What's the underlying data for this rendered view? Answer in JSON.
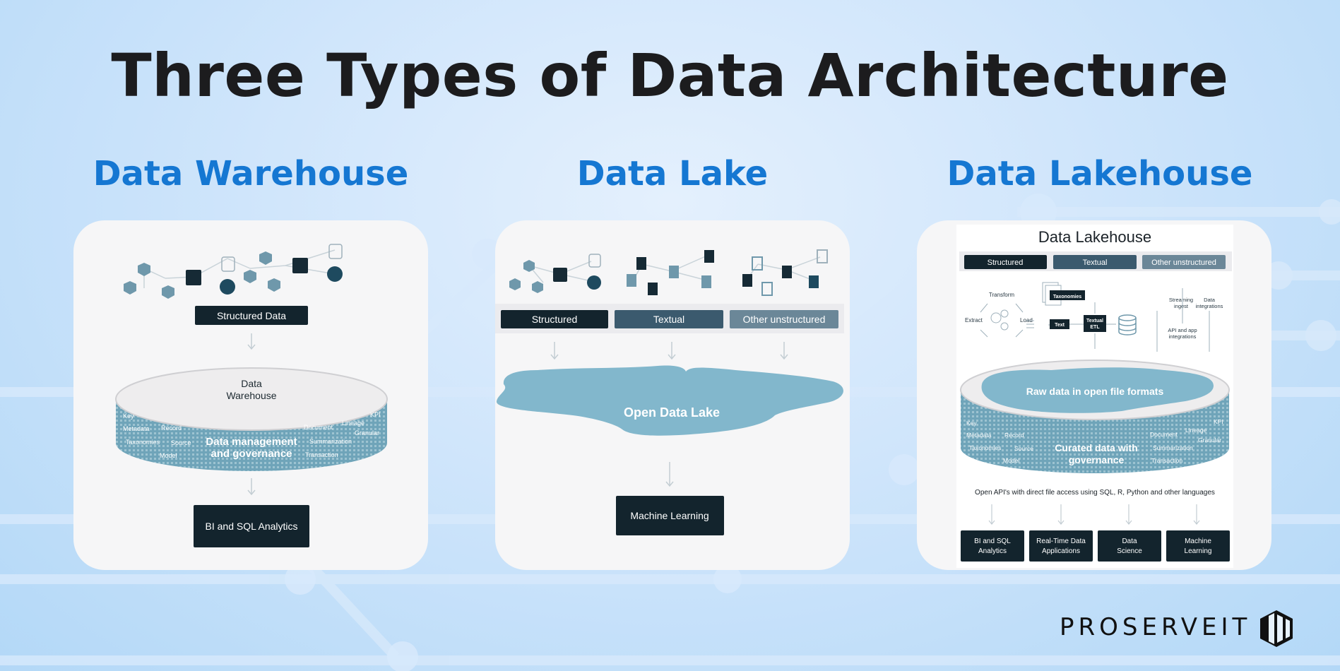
{
  "title": "Three Types of Data Architecture",
  "columns": [
    {
      "title": "Data Warehouse"
    },
    {
      "title": "Data Lake"
    },
    {
      "title": "Data Lakehouse"
    }
  ],
  "warehouse": {
    "structured_label": "Structured Data",
    "cylinder_top_line1": "Data",
    "cylinder_top_line2": "Warehouse",
    "governance_line1": "Data management",
    "governance_line2": "and governance",
    "tags": [
      "Key",
      "Metadata",
      "Record",
      "Taxonomies",
      "Source",
      "Model",
      "Document",
      "Lineage",
      "KPI",
      "Granular",
      "Summarization",
      "Transaction"
    ],
    "output_label": "BI and SQL Analytics"
  },
  "lake": {
    "inputs": [
      "Structured",
      "Textual",
      "Other unstructured"
    ],
    "lake_label": "Open Data Lake",
    "output_label": "Machine Learning"
  },
  "lakehouse": {
    "header": "Data Lakehouse",
    "inputs": [
      "Structured",
      "Textual",
      "Other unstructured"
    ],
    "etl": {
      "transform": "Transform",
      "extract": "Extract",
      "load": "Load"
    },
    "taxonomies": "Taxonomies",
    "text": "Text",
    "textual_etl_line1": "Textual",
    "textual_etl_line2": "ETL",
    "streaming_line1": "Streaming",
    "streaming_line2": "ingest",
    "integrations_line1": "Data",
    "integrations_line2": "integrations",
    "api_line1": "API and app",
    "api_line2": "integrations",
    "raw_label": "Raw data in open file formats",
    "curated_line1": "Curated data with",
    "curated_line2": "governance",
    "tags": [
      "Key",
      "Metadata",
      "Record",
      "Taxonomies",
      "Source",
      "Model",
      "Document",
      "Lineage",
      "KPI",
      "Granular",
      "Summarization",
      "Transaction"
    ],
    "api_note": "Open API's with direct file access using SQL, R, Python and other languages",
    "outputs": [
      {
        "line1": "BI and SQL",
        "line2": "Analytics"
      },
      {
        "line1": "Real-Time Data",
        "line2": "Applications"
      },
      {
        "line1": "Data",
        "line2": "Science"
      },
      {
        "line1": "Machine",
        "line2": "Learning"
      }
    ]
  },
  "brand": {
    "name": "PROSERVEIT",
    "logo_icon": "cube-logo-icon"
  },
  "colors": {
    "title": "#1c1c1e",
    "accent": "#1577d2",
    "dark_box": "#13242d",
    "mid_box": "#3b5a6e",
    "light_box": "#6b8798",
    "lake": "#82b7cc",
    "cylinder": "#6fa4b9"
  }
}
